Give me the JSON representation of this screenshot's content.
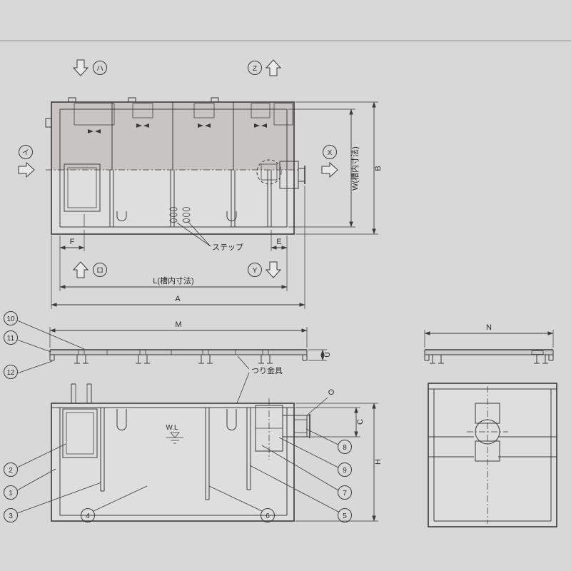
{
  "drawing": {
    "view_arrows": {
      "i": "イ",
      "ro": "ロ",
      "ha": "ハ",
      "x": "X",
      "y": "Y",
      "z": "Z"
    },
    "dims": {
      "a": "A",
      "b": "B",
      "e": "E",
      "f": "F",
      "l_inner": "L(槽内寸法)",
      "w_inner": "W(槽内寸法)",
      "m": "M",
      "n": "N",
      "u": "U",
      "c": "C",
      "h": "H",
      "o": "O"
    },
    "annotations": {
      "step": "ステップ",
      "hanger": "つり金具",
      "water_level": "W.L"
    },
    "callouts": {
      "n1": "1",
      "n2": "2",
      "n3": "3",
      "n4": "4",
      "n5": "5",
      "n6": "6",
      "n7": "7",
      "n8": "8",
      "n9": "9",
      "n10": "10",
      "n11": "11",
      "n12": "12"
    },
    "colors": {
      "background": "#d8d8d8",
      "line": "#3a3a3a",
      "lid_fill": "#c9c4c4",
      "interior_fill": "#dedede",
      "basket_fill": "#f2b5a3",
      "outlet_fill": "#cdeabf"
    }
  }
}
